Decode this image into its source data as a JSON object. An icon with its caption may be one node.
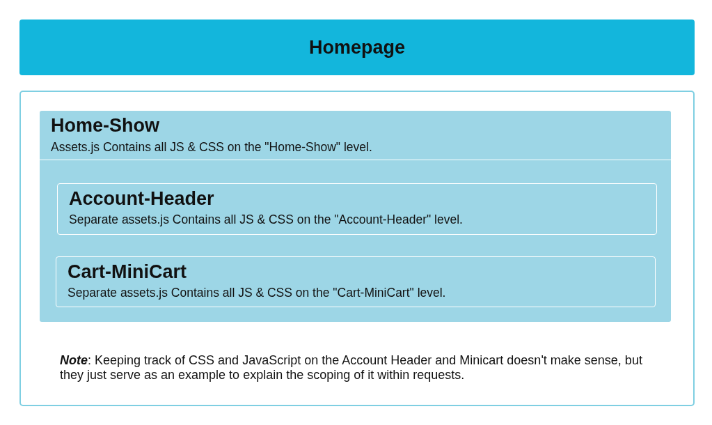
{
  "diagram": {
    "nodes": [
      {
        "text": [
          "Homepage"
        ]
      },
      {
        "text": [],
        "shape": "box"
      },
      {
        "text": [
          "Home-Show",
          "Assets.js Contains all JS & CSS on the \"Home-Show\" level."
        ],
        "in": 1
      },
      {
        "text": [
          "Account-Header",
          "Separate assets.js Contains all JS & CSS on the \"Account-Header\" level."
        ],
        "in": 2
      },
      {
        "text": [
          "Cart-MiniCart",
          "Separate assets.js Contains all JS & CSS on the \"Cart-MiniCart\" level."
        ],
        "in": 2
      }
    ],
    "labels": [
      "**Note**: Keeping track of CSS and JavaScript on the Account Header and Minicart doesn't make sense, but they just serve as an example to explain the scoping of it within requests."
    ]
  }
}
